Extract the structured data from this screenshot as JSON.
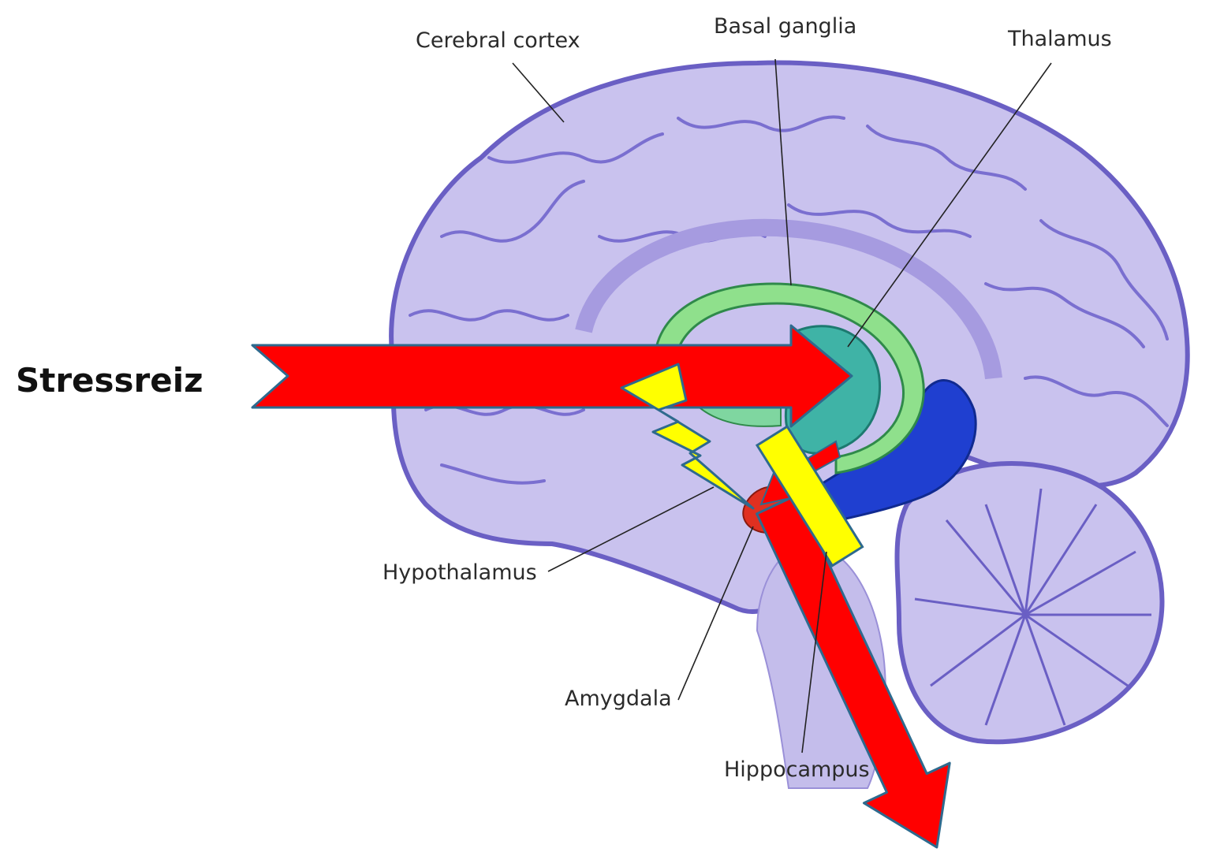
{
  "labels": {
    "cerebral_cortex": "Cerebral cortex",
    "basal_ganglia": "Basal ganglia",
    "thalamus": "Thalamus",
    "hypothalamus": "Hypothalamus",
    "amygdala": "Amygdala",
    "hippocampus": "Hippocampus"
  },
  "stimulus_label": "Stressreiz",
  "colors": {
    "brain_fill": "#c9c2ee",
    "brain_outline": "#6a5fc4",
    "basal_ganglia": "#8fe08c",
    "thalamus": "#3fb3a6",
    "hippocampus": "#1f3fd0",
    "amygdala": "#e03020",
    "arrow_red": "#ff0000",
    "arrow_outline": "#2e6a8e",
    "lightning_yellow": "#ffff00"
  },
  "icons": [
    "stress-arrow",
    "lightning-bolt",
    "output-arrow"
  ]
}
